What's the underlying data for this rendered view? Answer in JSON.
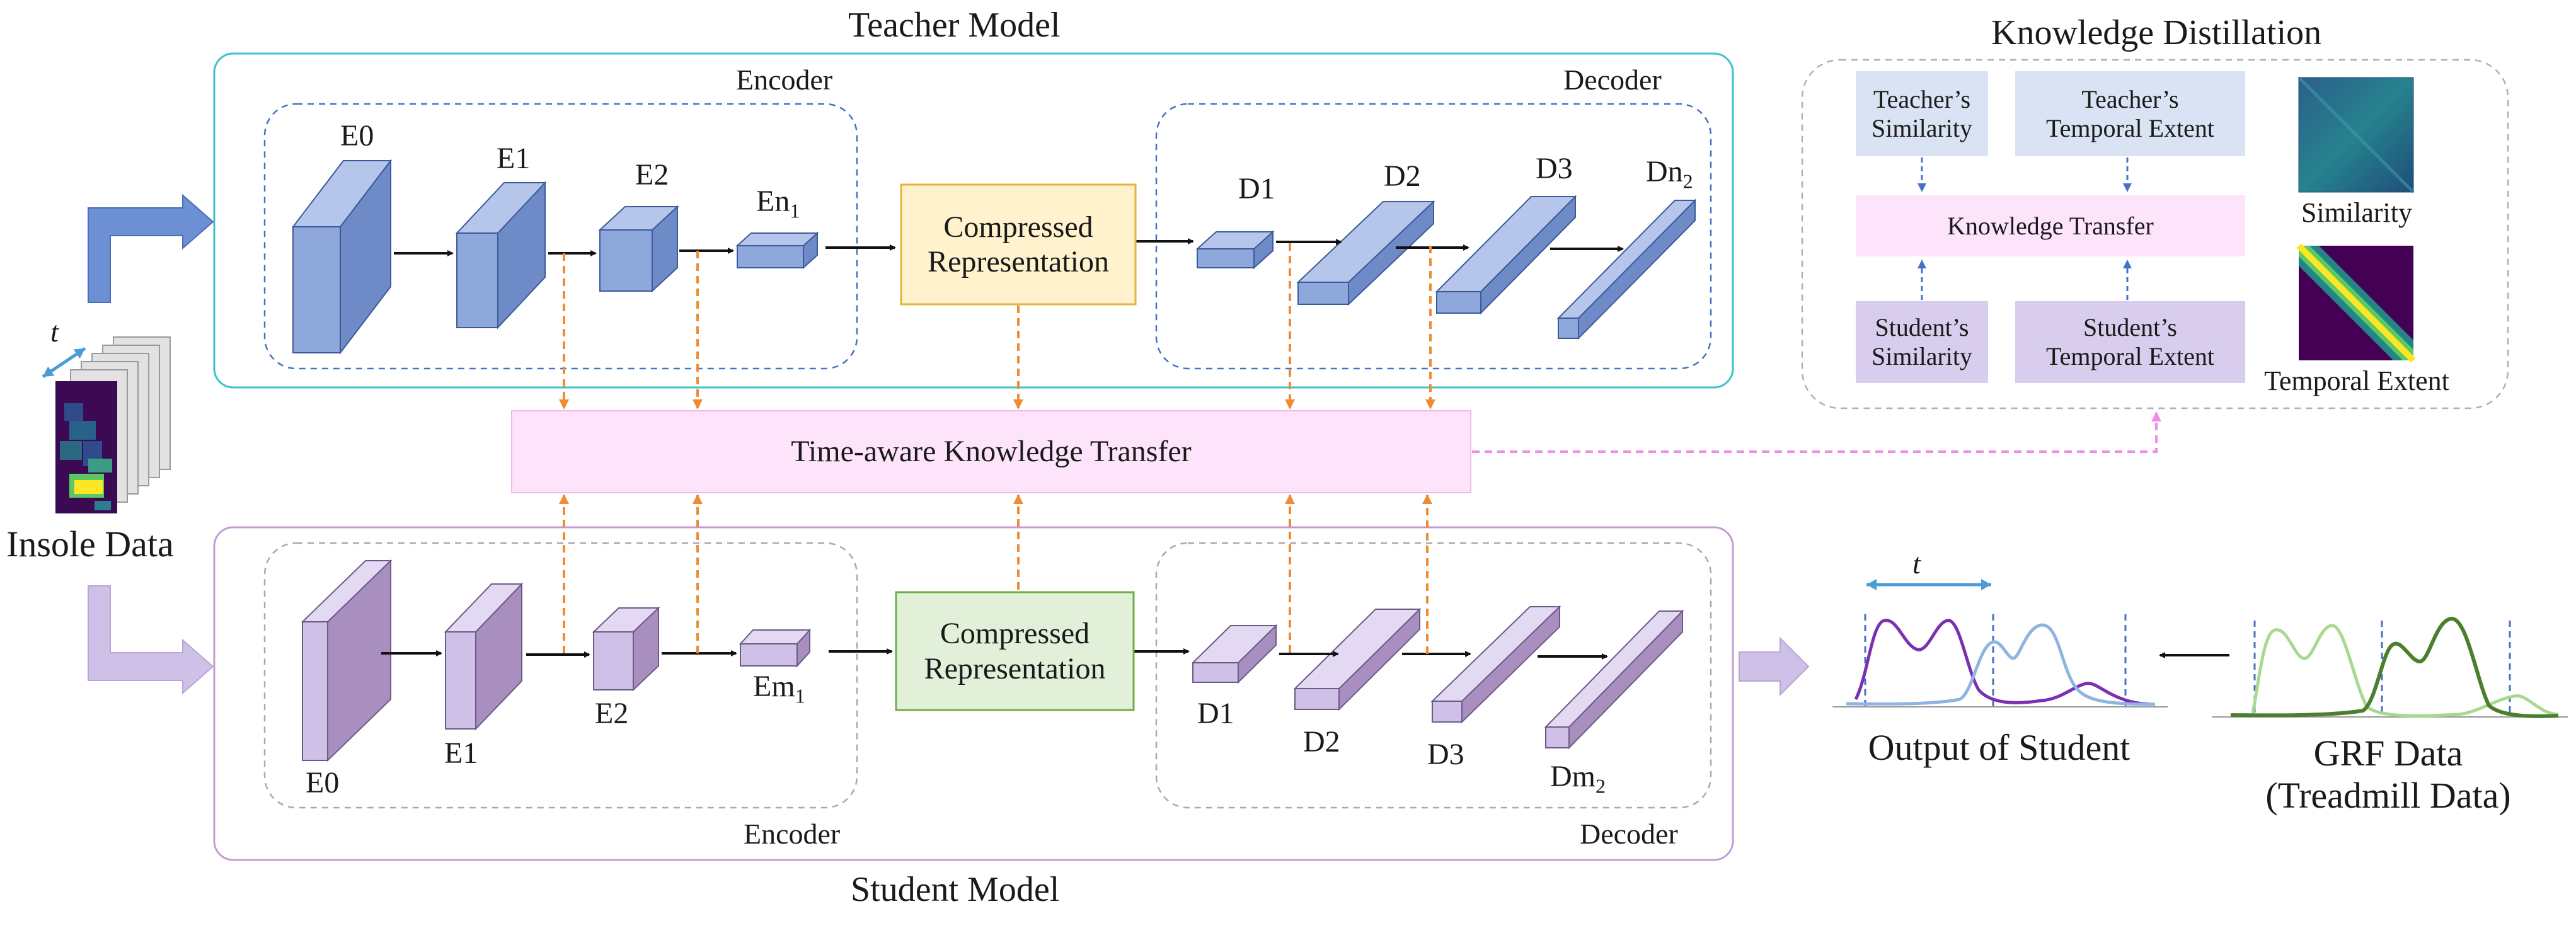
{
  "colors": {
    "teacher_frame": "#3cc1cc",
    "student_frame": "#c49bd4",
    "teacher_block": "#8fa8dc",
    "student_block": "#cfc0e8",
    "orange_arrow": "#f08a33",
    "blue_arrow": "#4472c4",
    "pink_bar": "#fde4fb",
    "yellow_box": "#fff2cc",
    "green_box": "#e2f0d9",
    "kd_blue_box": "#dae3f3",
    "kd_purple_box": "#d9cdee"
  },
  "teacher": {
    "title": "Teacher Model",
    "encoder_label": "Encoder",
    "decoder_label": "Decoder",
    "encoder_blocks": [
      "E0",
      "E1",
      "E2"
    ],
    "bottleneck_prefix": "En",
    "bottleneck_sub": "1",
    "compressed_line1": "Compressed",
    "compressed_line2": "Representation",
    "decoder_blocks": [
      "D1",
      "D2",
      "D3"
    ],
    "last_decoder_prefix": "Dn",
    "last_decoder_sub": "2"
  },
  "student": {
    "title": "Student Model",
    "encoder_label": "Encoder",
    "decoder_label": "Decoder",
    "encoder_blocks": [
      "E0",
      "E1",
      "E2"
    ],
    "bottleneck_prefix": "Em",
    "bottleneck_sub": "1",
    "compressed_line1": "Compressed",
    "compressed_line2": "Representation",
    "decoder_blocks": [
      "D1",
      "D2",
      "D3"
    ],
    "last_decoder_prefix": "Dm",
    "last_decoder_sub": "2"
  },
  "transfer_bar": "Time-aware Knowledge Transfer",
  "input": {
    "label": "Insole Data",
    "time_symbol": "t"
  },
  "knowledge_distillation": {
    "title": "Knowledge Distillation",
    "teacher_similarity_l1": "Teacher’s",
    "teacher_similarity_l2": "Similarity",
    "teacher_temporal_l1": "Teacher’s",
    "teacher_temporal_l2": "Temporal Extent",
    "knowledge_transfer": "Knowledge Transfer",
    "student_similarity_l1": "Student’s",
    "student_similarity_l2": "Similarity",
    "student_temporal_l1": "Student’s",
    "student_temporal_l2": "Temporal Extent",
    "similarity_label": "Similarity",
    "temporal_extent_label": "Temporal Extent"
  },
  "output": {
    "student_label": "Output of Student",
    "grf_label_l1": "GRF Data",
    "grf_label_l2": "(Treadmill Data)",
    "time_symbol": "t"
  }
}
